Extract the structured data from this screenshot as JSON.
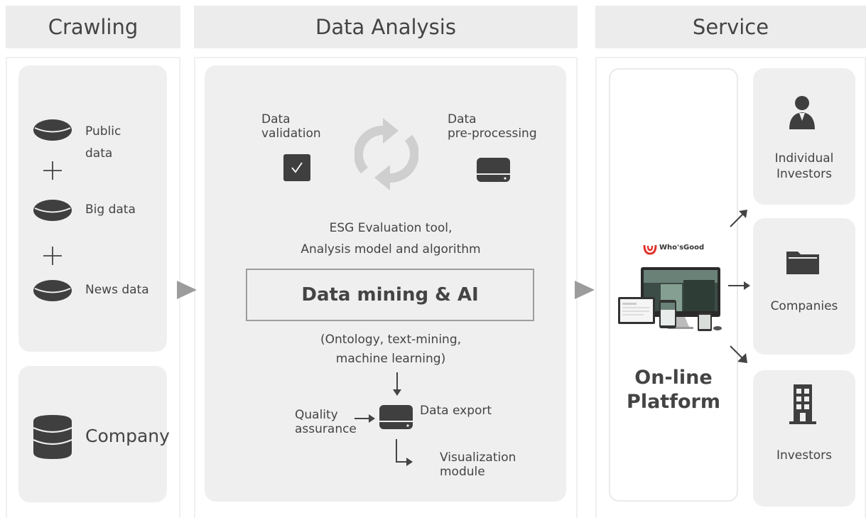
{
  "columns": {
    "crawling": "Crawling",
    "analysis": "Data Analysis",
    "service": "Service"
  },
  "crawling": {
    "public_data": "Public\ndata",
    "big_data": "Big data",
    "news_data": "News data",
    "company": "Company"
  },
  "analysis": {
    "data_validation": "Data\nvalidation",
    "data_preprocessing": "Data\npre-processing",
    "esg_tool": "ESG Evaluation tool,\nAnalysis model and algorithm",
    "data_mining": "Data mining & AI",
    "techniques": "(Ontology, text-mining,\nmachine learning)",
    "quality_assurance": "Quality\nassurance",
    "data_export": "Data export",
    "visualization": "Visualization\nmodule"
  },
  "service": {
    "logo_text": "Who'sGood",
    "platform": "On-line\nPlatform",
    "individual_investors": "Individual\nInvestors",
    "companies": "Companies",
    "investors": "Investors"
  },
  "colors": {
    "header_bg": "#ececec",
    "panel_bg": "#efefef",
    "icon_dark": "#3f3f3f",
    "arrow_grey": "#9c9c9c",
    "logo_red": "#e0322a"
  }
}
